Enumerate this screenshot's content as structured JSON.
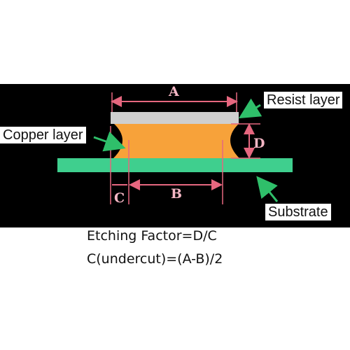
{
  "labels": {
    "resist": "Resist layer",
    "copper": "Copper layer",
    "substrate": "Substrate"
  },
  "dimensions": {
    "a": "A",
    "b": "B",
    "c": "C",
    "d": "D"
  },
  "formulas": {
    "etching_factor": "Etching Factor=D/C",
    "undercut": "C(undercut)=(A-B)/2"
  },
  "colors": {
    "background": "#000000",
    "resist": "#cfcfcf",
    "copper": "#f7a23a",
    "substrate": "#3fcf8e",
    "dimension_lines": "#e6677f",
    "leader_arrows": "#2fbf6a"
  }
}
